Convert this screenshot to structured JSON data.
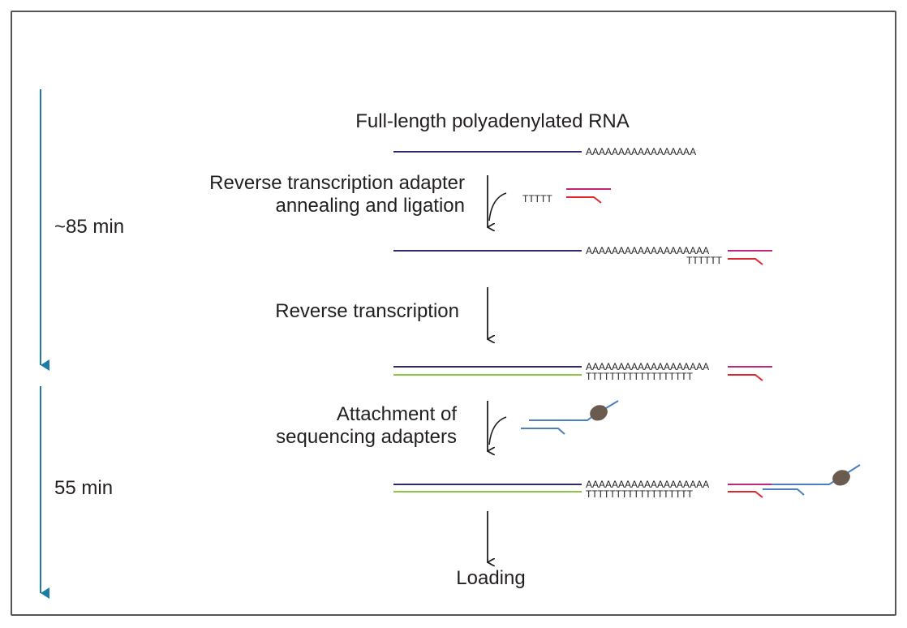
{
  "title": "Full-length polyadenylated RNA",
  "steps": [
    {
      "label_line1": "Reverse transcription adapter",
      "label_line2": "annealing and ligation"
    },
    {
      "label_line1": "Reverse transcription"
    },
    {
      "label_line1": "Attachment of",
      "label_line2": "sequencing adapters"
    },
    {
      "label_line1": "Loading"
    }
  ],
  "timeline": [
    {
      "label": "~85 min"
    },
    {
      "label": "55 min"
    }
  ],
  "sequence_labels": {
    "poly_a": "AAAAAAAAAAAAAAAAA",
    "poly_a_long": "AAAAAAAAAAAAAAAAAAA",
    "adapter_t": "TTTTT",
    "adapter_t_ligated": "TTTTTT",
    "poly_t": "TTTTTTTTTTTTTTTTTT"
  },
  "colors": {
    "rna_strand": "#2e2a6b",
    "cdna_strand": "#8dc63f",
    "adapter_magenta": "#c0267a",
    "adapter_red": "#e0262e",
    "seq_adapter_blue": "#4a7fc1",
    "motor_protein": "#6b5a4e",
    "timeline_arrow": "#1d7ba6",
    "process_arrow": "#231f20"
  }
}
